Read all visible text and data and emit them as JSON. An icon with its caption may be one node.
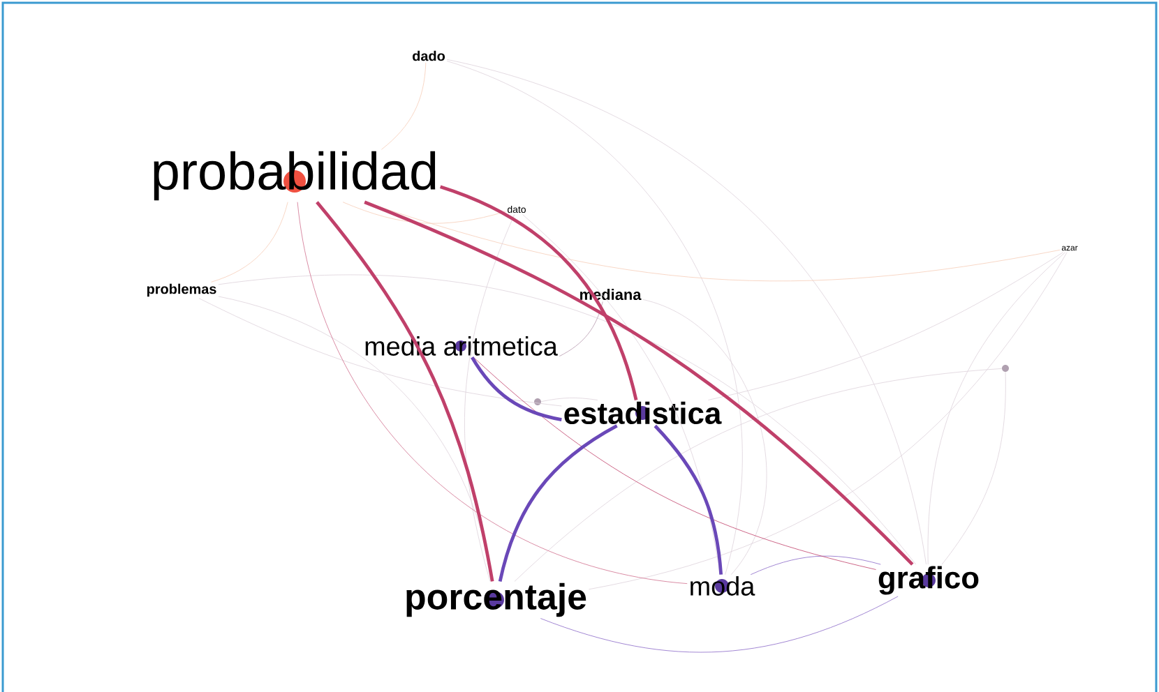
{
  "diagram": {
    "nodes": [
      {
        "text": [
          "dado"
        ]
      },
      {
        "text": [
          "probabilidad"
        ]
      },
      {
        "text": [
          "dato"
        ]
      },
      {
        "text": [
          "azar"
        ]
      },
      {
        "text": [
          "problemas"
        ]
      },
      {
        "text": [
          "mediana"
        ]
      },
      {
        "text": [
          "media aritmetica"
        ]
      },
      {
        "text": [],
        "shape": "circle"
      },
      {
        "text": [
          "estadistica"
        ]
      },
      {
        "text": [],
        "shape": "circle"
      },
      {
        "text": [
          "moda"
        ]
      },
      {
        "text": [
          "grafico"
        ]
      },
      {
        "text": [
          "porcentaje"
        ]
      }
    ],
    "edges": [
      {
        "from": 0,
        "to": 1,
        "arrow": "none",
        "color": "#f6cdb8"
      },
      {
        "from": 0,
        "to": 11,
        "arrow": "none"
      },
      {
        "from": 0,
        "to": 10,
        "arrow": "none"
      },
      {
        "from": 1,
        "to": 3,
        "arrow": "none",
        "color": "#f6cdb8"
      },
      {
        "from": 1,
        "to": 4,
        "arrow": "none",
        "color": "#f6cdb8"
      },
      {
        "from": 1,
        "to": 2,
        "arrow": "none",
        "color": "#f6cdb8"
      },
      {
        "from": 4,
        "to": 12,
        "arrow": "none"
      },
      {
        "from": 4,
        "to": 8,
        "arrow": "none"
      },
      {
        "from": 4,
        "to": 11,
        "arrow": "none"
      },
      {
        "from": 3,
        "to": 8,
        "arrow": "none"
      },
      {
        "from": 3,
        "to": 11,
        "arrow": "none"
      },
      {
        "from": 3,
        "to": 12,
        "arrow": "none"
      },
      {
        "from": 2,
        "to": 10,
        "arrow": "none"
      },
      {
        "from": 2,
        "to": 12,
        "arrow": "none"
      },
      {
        "from": 5,
        "to": 6,
        "arrow": "none",
        "color": "#b89aae"
      },
      {
        "from": 5,
        "to": 10,
        "arrow": "none"
      },
      {
        "from": 9,
        "to": 11,
        "arrow": "none"
      },
      {
        "from": 9,
        "to": 12,
        "arrow": "none"
      },
      {
        "from": 1,
        "to": 12,
        "arrow": "none",
        "style": "thick",
        "color": "#c0406a"
      },
      {
        "from": 1,
        "to": 11,
        "arrow": "none",
        "style": "thick",
        "color": "#c0406a"
      },
      {
        "from": 1,
        "to": 8,
        "arrow": "none",
        "style": "thick",
        "color": "#c0406a"
      },
      {
        "from": 1,
        "to": 10,
        "arrow": "none",
        "color": "#d0708e"
      },
      {
        "from": 6,
        "to": 8,
        "arrow": "none",
        "style": "thick",
        "color": "#6a48b8"
      },
      {
        "from": 8,
        "to": 12,
        "arrow": "none",
        "style": "thick",
        "color": "#6a48b8"
      },
      {
        "from": 8,
        "to": 10,
        "arrow": "none",
        "style": "thick",
        "color": "#6a48b8"
      },
      {
        "from": 12,
        "to": 11,
        "arrow": "none",
        "color": "#8a68c8"
      },
      {
        "from": 10,
        "to": 11,
        "arrow": "none",
        "color": "#8a68c8"
      },
      {
        "from": 6,
        "to": 11,
        "arrow": "none",
        "color": "#c0406a"
      },
      {
        "from": 7,
        "to": 8,
        "arrow": "none"
      }
    ]
  }
}
